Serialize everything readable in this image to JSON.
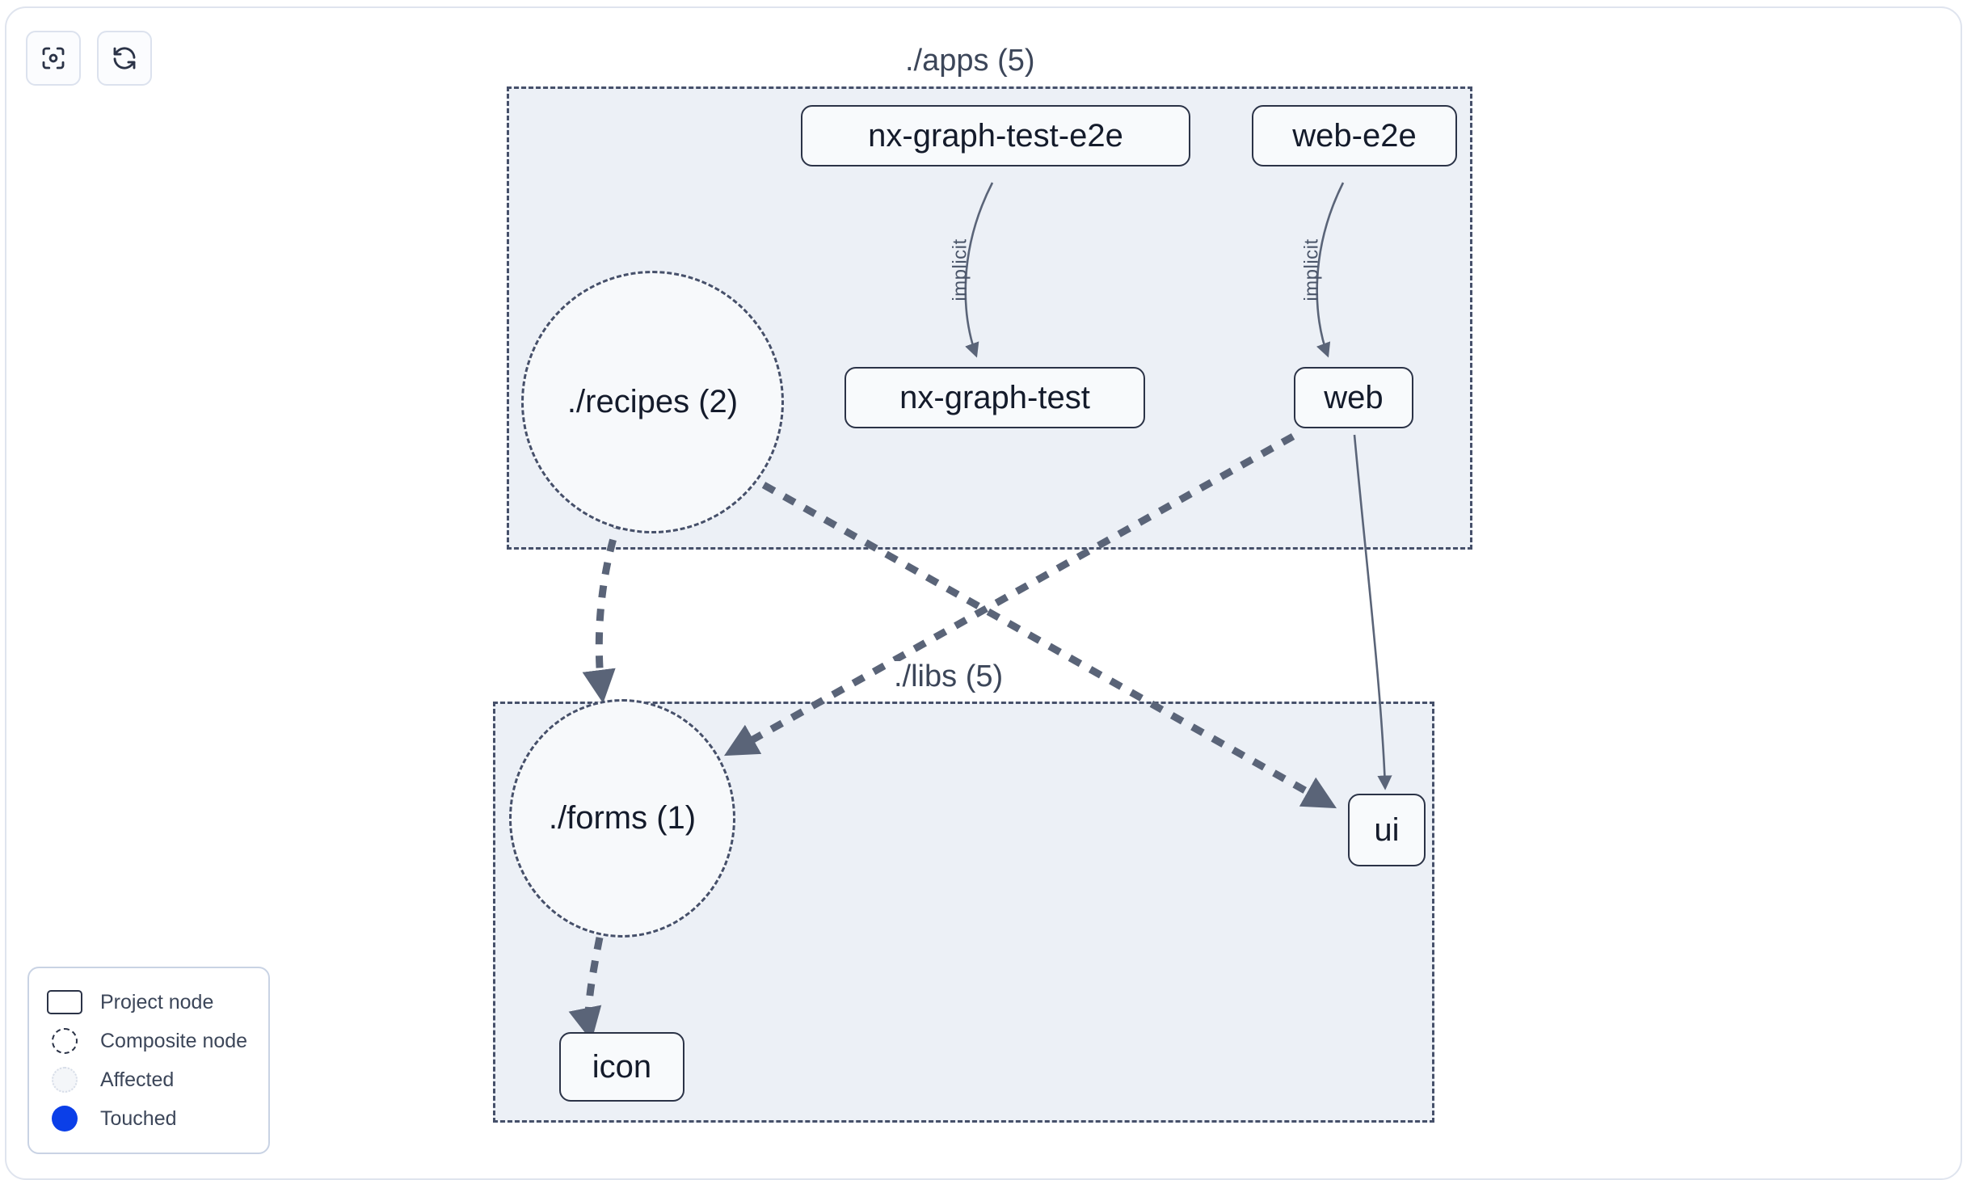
{
  "toolbar": {
    "buttons": [
      {
        "name": "focus-graph-button",
        "icon": "focus-target-icon",
        "label": ""
      },
      {
        "name": "refresh-graph-button",
        "icon": "refresh-icon",
        "label": ""
      }
    ]
  },
  "graph": {
    "groups": [
      {
        "id": "apps",
        "label": "./apps (5)"
      },
      {
        "id": "libs",
        "label": "./libs (5)"
      }
    ],
    "project_nodes": [
      {
        "id": "nx-graph-test-e2e",
        "label": "nx-graph-test-e2e",
        "group": "apps"
      },
      {
        "id": "web-e2e",
        "label": "web-e2e",
        "group": "apps"
      },
      {
        "id": "nx-graph-test",
        "label": "nx-graph-test",
        "group": "apps"
      },
      {
        "id": "web",
        "label": "web",
        "group": "apps"
      },
      {
        "id": "ui",
        "label": "ui",
        "group": "libs"
      },
      {
        "id": "icon",
        "label": "icon",
        "group": "libs"
      }
    ],
    "composite_nodes": [
      {
        "id": "recipes",
        "label": "./recipes (2)",
        "group": "apps"
      },
      {
        "id": "forms",
        "label": "./forms (1)",
        "group": "libs"
      }
    ],
    "edges": [
      {
        "from": "nx-graph-test-e2e",
        "to": "nx-graph-test",
        "label": "implicit",
        "style": "solid"
      },
      {
        "from": "web-e2e",
        "to": "web",
        "label": "implicit",
        "style": "solid"
      },
      {
        "from": "web",
        "to": "ui",
        "label": "",
        "style": "solid"
      },
      {
        "from": "recipes",
        "to": "forms",
        "label": "",
        "style": "dashed"
      },
      {
        "from": "recipes",
        "to": "ui",
        "label": "",
        "style": "dashed"
      },
      {
        "from": "web",
        "to": "forms",
        "label": "",
        "style": "dashed"
      },
      {
        "from": "forms",
        "to": "icon",
        "label": "",
        "style": "dashed"
      }
    ]
  },
  "legend": {
    "items": [
      {
        "swatch": "project-node-swatch",
        "label": "Project node"
      },
      {
        "swatch": "composite-node-swatch",
        "label": "Composite node"
      },
      {
        "swatch": "affected-swatch",
        "label": "Affected"
      },
      {
        "swatch": "touched-swatch",
        "label": "Touched"
      }
    ]
  },
  "colors": {
    "page_background": "#ffffff",
    "group_fill": "#ecf0f6",
    "group_border": "#46506a",
    "node_border": "#2b3347",
    "node_fill": "#f8fafc",
    "node_text": "#141b2b",
    "edge": "#5a6478",
    "touched": "#0b3fe8"
  }
}
